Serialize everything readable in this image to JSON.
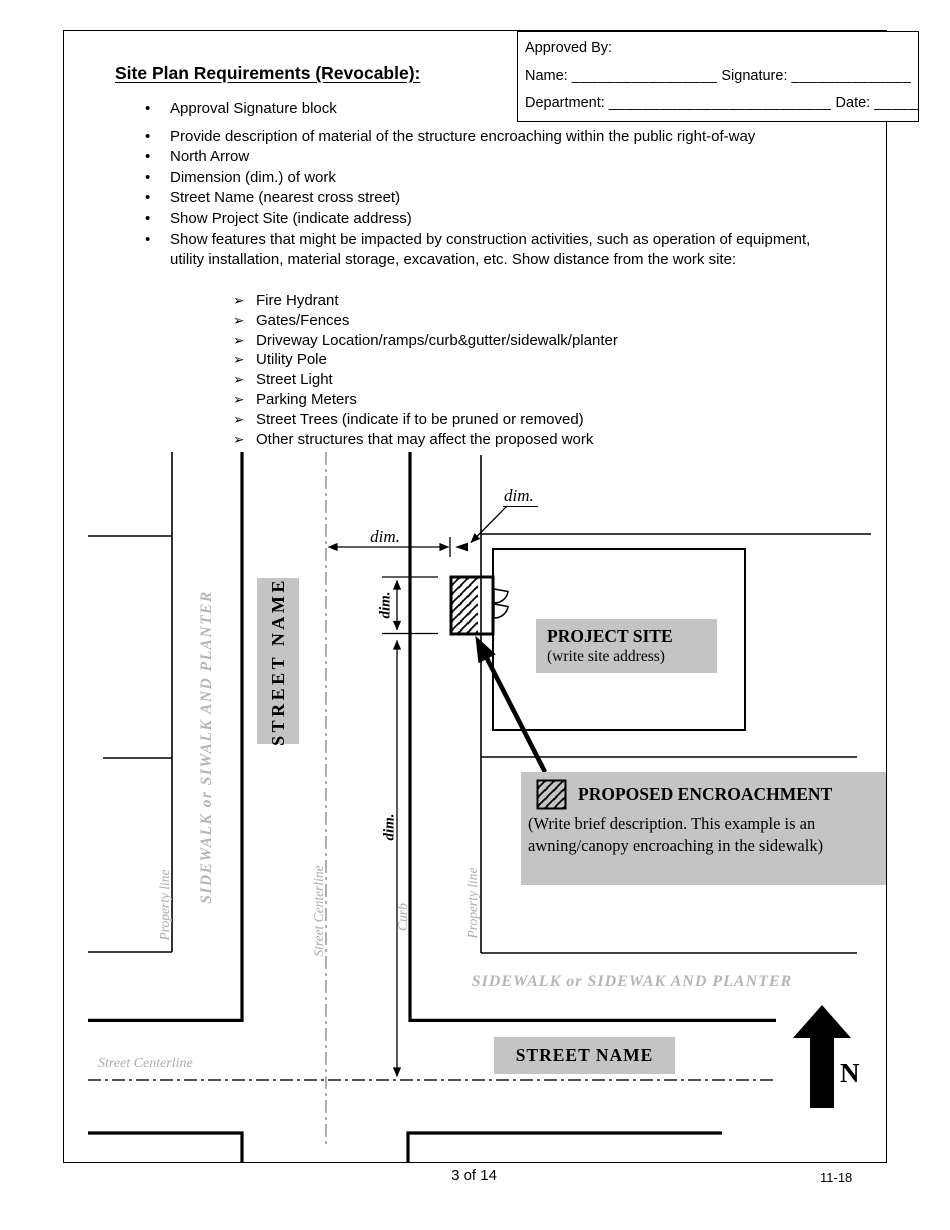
{
  "icons": {
    "bullet_dot": "•",
    "bullet_arrow": "➢"
  },
  "colors": {
    "gray_box": "#c4c4c4",
    "gray_text": "#adadad",
    "line": "#000000"
  },
  "header": {
    "title": "Site Plan Requirements (Revocable):"
  },
  "approval": {
    "approved_by": "Approved By:",
    "name_label": "Name:",
    "name_blank": "_________________",
    "signature_label": "Signature:",
    "signature_blank": "______________",
    "department_label": "Department:",
    "department_blank": "__________________________",
    "date_label": "Date:",
    "date_blank": "______"
  },
  "bullets": [
    "Approval Signature block",
    "Provide description of material of the structure encroaching within the public right-of-way",
    "North Arrow",
    "Dimension (dim.) of work",
    "Street Name (nearest cross street)",
    "Show Project Site (indicate address)",
    "Show features that might be impacted by construction activities, such as operation of equipment, utility installation, material storage, excavation, etc.  Show distance from the work site:"
  ],
  "sub_bullets": [
    "Fire Hydrant",
    "Gates/Fences",
    "Driveway Location/ramps/curb&gutter/sidewalk/planter",
    "Utility Pole",
    "Street Light",
    "Parking Meters",
    "Street Trees (indicate if to be pruned or removed)",
    "Other structures that may affect the proposed work"
  ],
  "diagram": {
    "dim_label": "dim.",
    "street_name_left": "STREET NAME",
    "street_name_bottom": "STREET NAME",
    "sidewalk_left": "SIDEWALK or SIWALK AND PLANTER",
    "sidewalk_bottom": "SIDEWALK or SIDEWAK AND PLANTER",
    "property_line_left": "Property line",
    "property_line_right": "Property line",
    "street_centerline_vertical": "Street Centerline",
    "street_centerline_horizontal": "Street Centerline",
    "curb": "Curb",
    "project_site_title": "PROJECT SITE",
    "project_site_subtitle": "(write site address)",
    "legend_title": "PROPOSED ENCROACHMENT",
    "legend_desc_line1": "(Write brief description. This example is an",
    "legend_desc_line2": "awning/canopy encroaching in the sidewalk)",
    "north_label": "N"
  },
  "footer": {
    "page_number": "3 of 14",
    "doc_code": "11-18"
  }
}
